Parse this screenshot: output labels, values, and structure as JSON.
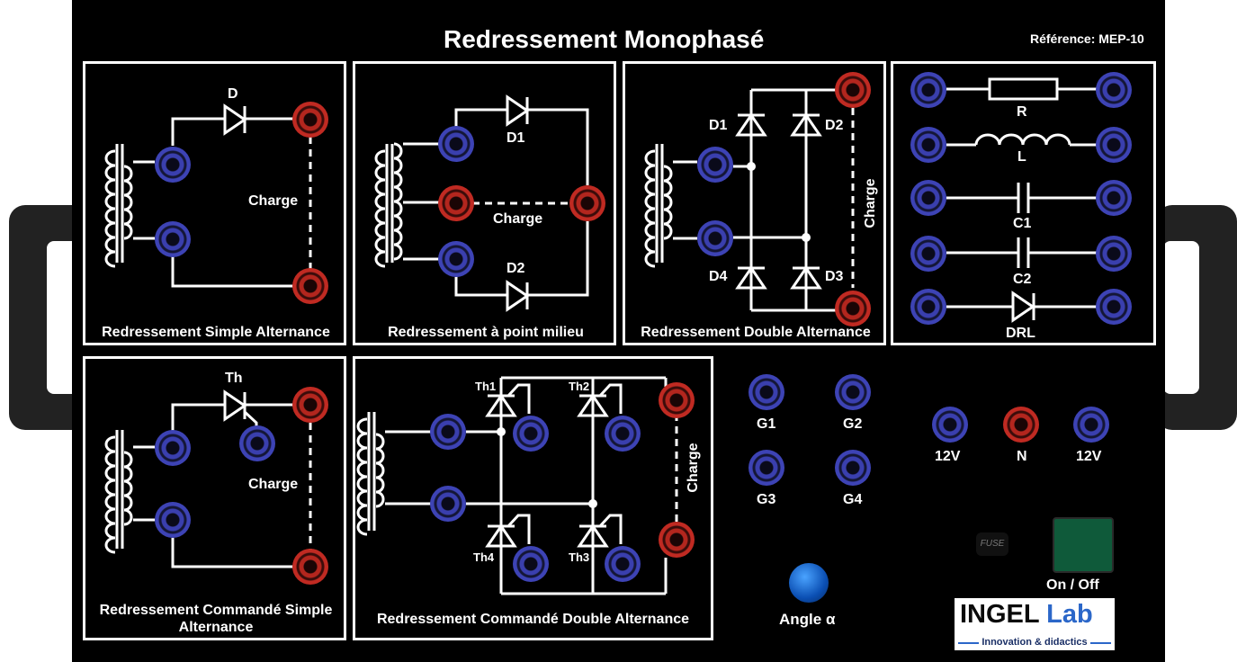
{
  "header": {
    "title": "Redressement Monophasé",
    "reference": "Référence: MEP-10"
  },
  "modules": {
    "m1": {
      "caption": "Redressement Simple Alternance",
      "diode": "D",
      "load": "Charge"
    },
    "m2": {
      "caption": "Redressement à point milieu",
      "d1": "D1",
      "d2": "D2",
      "load": "Charge"
    },
    "m3": {
      "caption": "Redressement Double Alternance",
      "d1": "D1",
      "d2": "D2",
      "d3": "D3",
      "d4": "D4",
      "load": "Charge"
    },
    "m4": {
      "r": "R",
      "l": "L",
      "c1": "C1",
      "c2": "C2",
      "drl": "DRL"
    },
    "m5": {
      "caption": "Redressement Commandé Simple Alternance",
      "th": "Th",
      "load": "Charge"
    },
    "m6": {
      "caption": "Redressement Commandé Double  Alternance",
      "th1": "Th1",
      "th2": "Th2",
      "th3": "Th3",
      "th4": "Th4",
      "load": "Charge"
    }
  },
  "gates": {
    "g1": "G1",
    "g2": "G2",
    "g3": "G3",
    "g4": "G4"
  },
  "supply": {
    "left": "12V",
    "neutral": "N",
    "right": "12V"
  },
  "controls": {
    "angle": "Angle α",
    "power": "On / Off",
    "fuse": "FUSE"
  },
  "logo": {
    "part1": "INGEL",
    "part2": "Lab",
    "tagline": "Innovation & didactics"
  },
  "colors": {
    "panel": "#000000",
    "blue_jack": "#3a3fae",
    "red_jack": "#b3261e",
    "logo_blue": "#2b67c9"
  }
}
